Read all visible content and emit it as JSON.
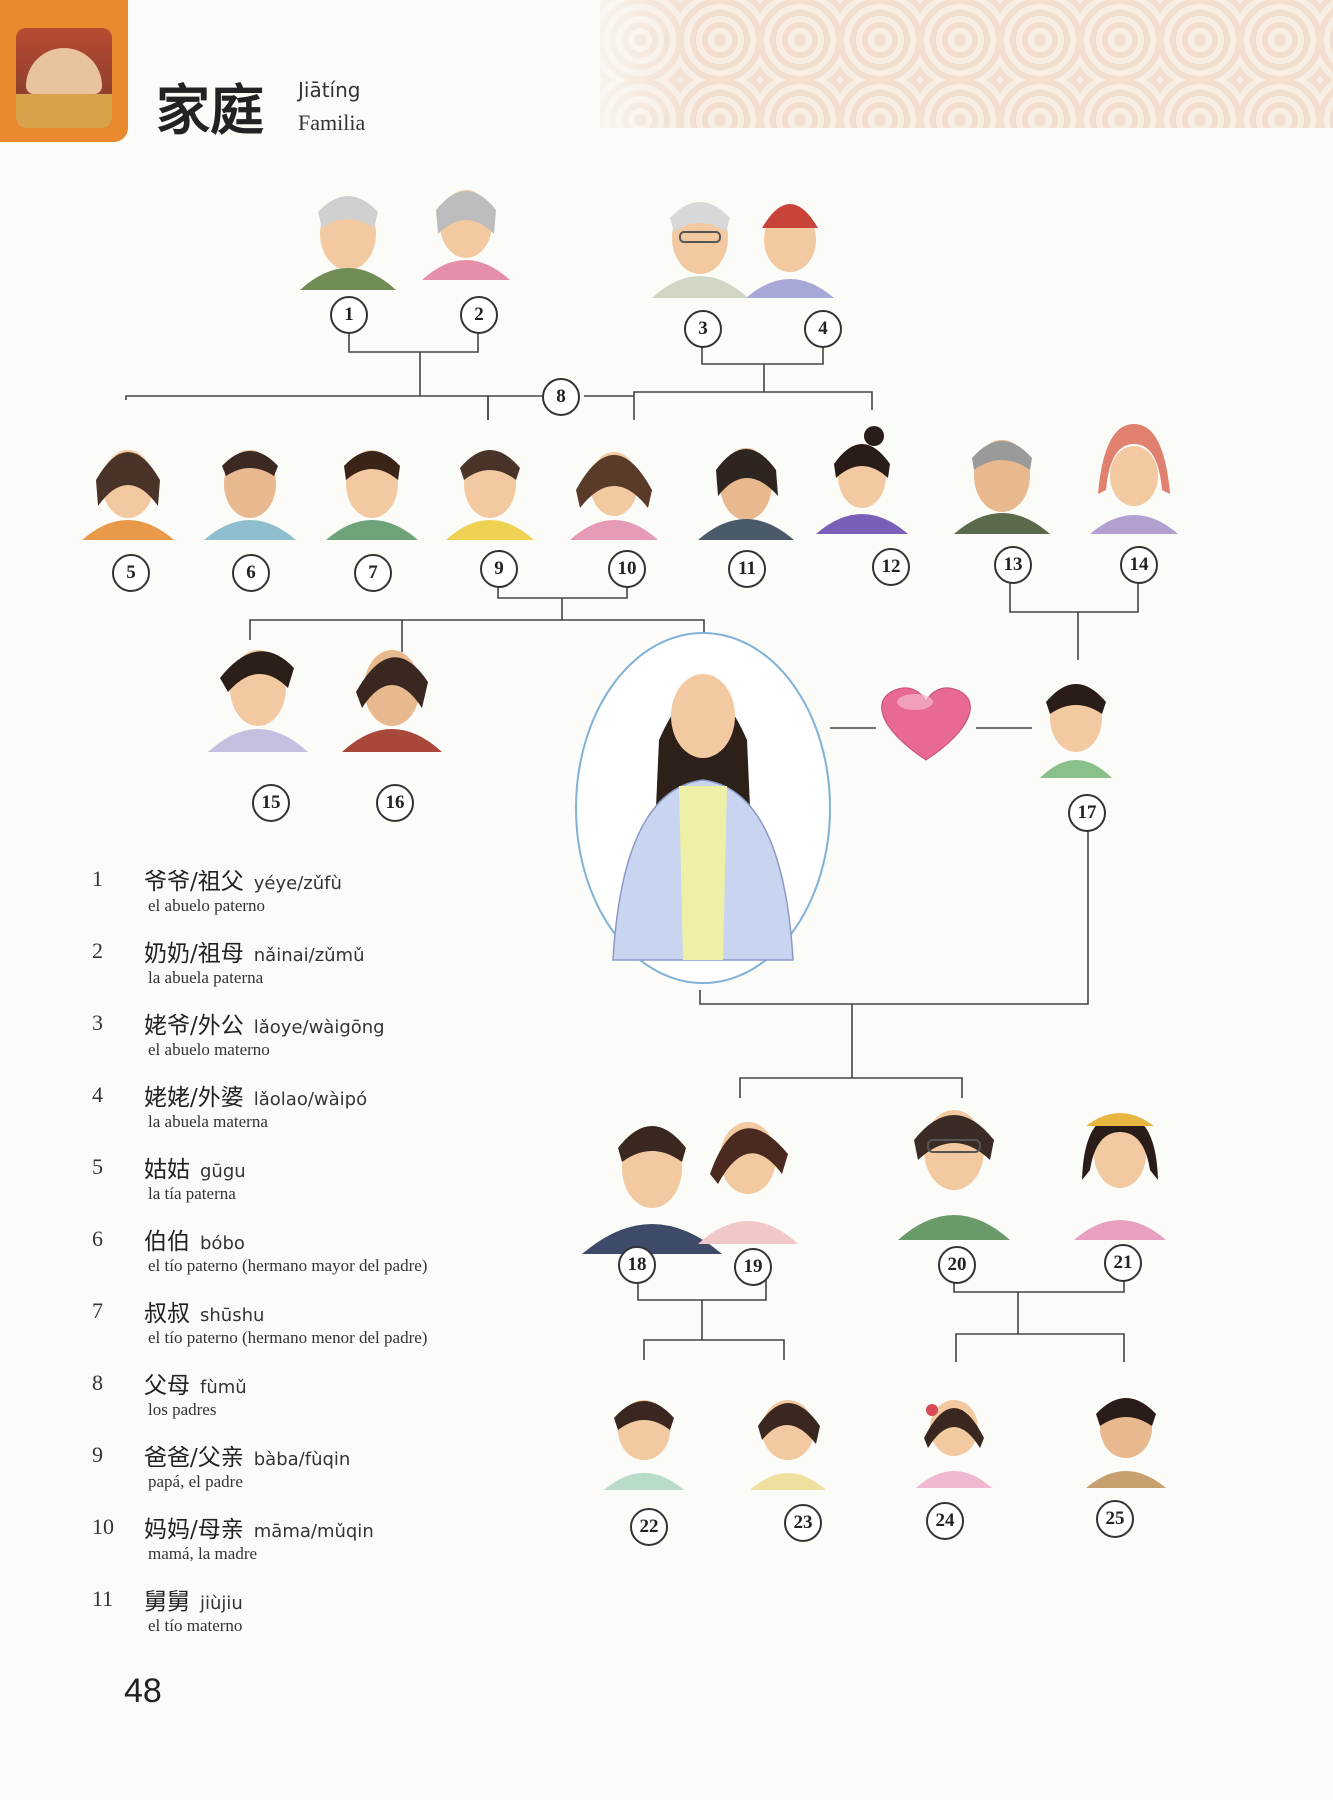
{
  "header": {
    "title_zh": "家庭",
    "title_pinyin": "Jiātíng",
    "title_es": "Familia"
  },
  "badges": [
    "1",
    "2",
    "3",
    "4",
    "5",
    "6",
    "7",
    "8",
    "9",
    "10",
    "11",
    "12",
    "13",
    "14",
    "15",
    "16",
    "17",
    "18",
    "19",
    "20",
    "21",
    "22",
    "23",
    "24",
    "25"
  ],
  "vocab": [
    {
      "num": "1",
      "zh": "爷爷/祖父",
      "pinyin": "yéye/zǔfù",
      "es": "el abuelo paterno"
    },
    {
      "num": "2",
      "zh": "奶奶/祖母",
      "pinyin": "nǎinai/zǔmǔ",
      "es": "la abuela paterna"
    },
    {
      "num": "3",
      "zh": "姥爷/外公",
      "pinyin": "lǎoye/wàigōng",
      "es": "el abuelo materno"
    },
    {
      "num": "4",
      "zh": "姥姥/外婆",
      "pinyin": "lǎolao/wàipó",
      "es": "la abuela materna"
    },
    {
      "num": "5",
      "zh": "姑姑",
      "pinyin": "gūgu",
      "es": "la tía paterna"
    },
    {
      "num": "6",
      "zh": "伯伯",
      "pinyin": "bóbo",
      "es": "el tío paterno (hermano mayor del padre)"
    },
    {
      "num": "7",
      "zh": "叔叔",
      "pinyin": "shūshu",
      "es": "el tío paterno (hermano menor del padre)"
    },
    {
      "num": "8",
      "zh": "父母",
      "pinyin": "fùmǔ",
      "es": "los padres"
    },
    {
      "num": "9",
      "zh": "爸爸/父亲",
      "pinyin": "bàba/fùqin",
      "es": "papá, el padre"
    },
    {
      "num": "10",
      "zh": "妈妈/母亲",
      "pinyin": "māma/mǔqin",
      "es": "mamá, la madre"
    },
    {
      "num": "11",
      "zh": "舅舅",
      "pinyin": "jiùjiu",
      "es": "el tío materno"
    }
  ],
  "page_number": "48",
  "colors": {
    "accent_orange": "#e98a2f",
    "heart": "#e86a93",
    "frame_blue": "#7fb2d6"
  },
  "icons": [
    "heart-icon"
  ]
}
